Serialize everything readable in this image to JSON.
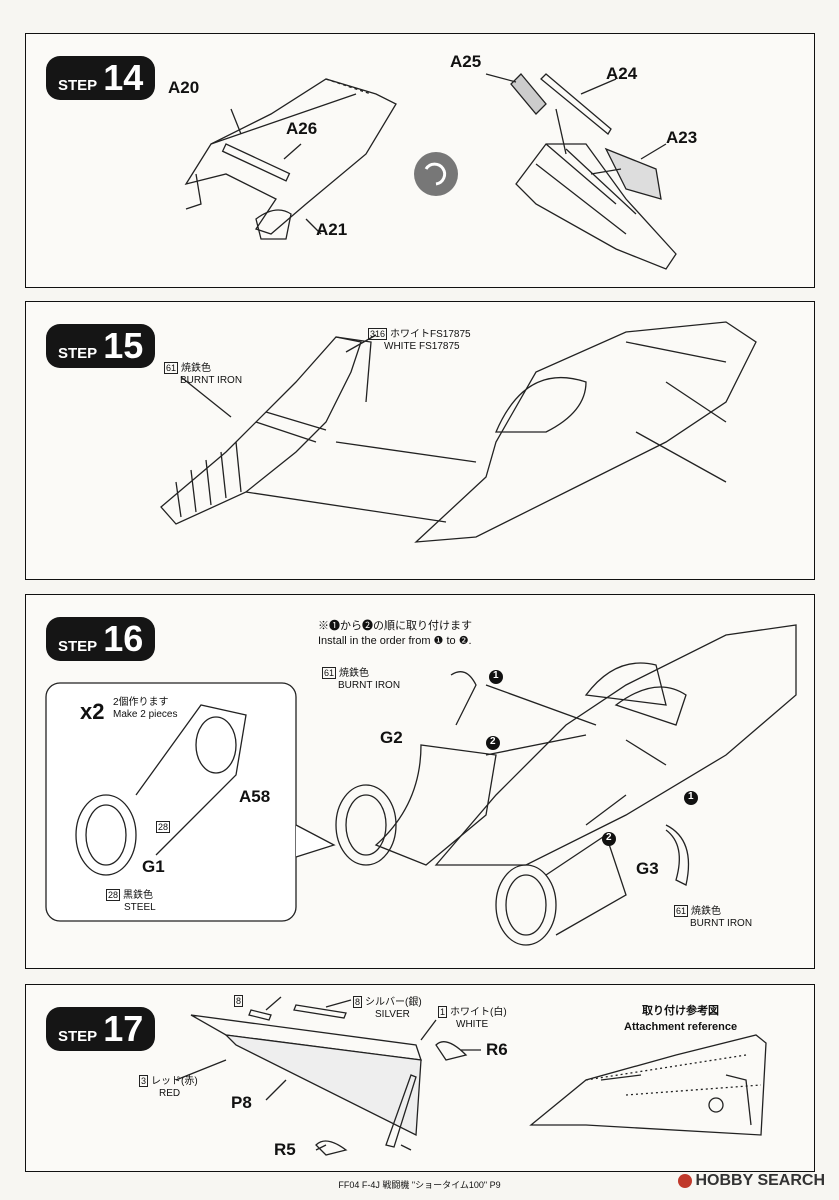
{
  "steps": {
    "s14": {
      "word": "STEP",
      "num": "14",
      "parts": {
        "a20": "A20",
        "a26": "A26",
        "a21": "A21",
        "a25": "A25",
        "a24": "A24",
        "a23": "A23"
      }
    },
    "s15": {
      "word": "STEP",
      "num": "15",
      "white_code": "316",
      "white_jp": "ホワイトFS17875",
      "white_en": "WHITE FS17875",
      "burnt_code": "61",
      "burnt_jp": "焼鉄色",
      "burnt_en": "BURNT IRON"
    },
    "s16": {
      "word": "STEP",
      "num": "16",
      "note_jp": "※❶から❷の順に取り付けます",
      "note_en": "Install in the order from ❶ to ❷.",
      "x2": "x2",
      "make_jp": "2個作ります",
      "make_en": "Make 2 pieces",
      "a58": "A58",
      "g1": "G1",
      "g2": "G2",
      "g3": "G3",
      "code28": "28",
      "steel_jp": "黒鉄色",
      "steel_en": "STEEL",
      "burnt_code": "61",
      "burnt_jp": "焼鉄色",
      "burnt_en": "BURNT IRON",
      "one": "1",
      "two": "2"
    },
    "s17": {
      "word": "STEP",
      "num": "17",
      "silver_code": "8",
      "silver_jp": "シルバー(銀)",
      "silver_en": "SILVER",
      "white_code": "1",
      "white_jp": "ホワイト(白)",
      "white_en": "WHITE",
      "red_code": "3",
      "red_jp": "レッド(赤)",
      "red_en": "RED",
      "p8": "P8",
      "r5": "R5",
      "r6": "R6",
      "ref_jp": "取り付け参考図",
      "ref_en": "Attachment reference"
    }
  },
  "footer": "FF04 F-4J 戦闘機 \"ショータイム100\" P9",
  "watermark": "HOBBY SEARCH"
}
